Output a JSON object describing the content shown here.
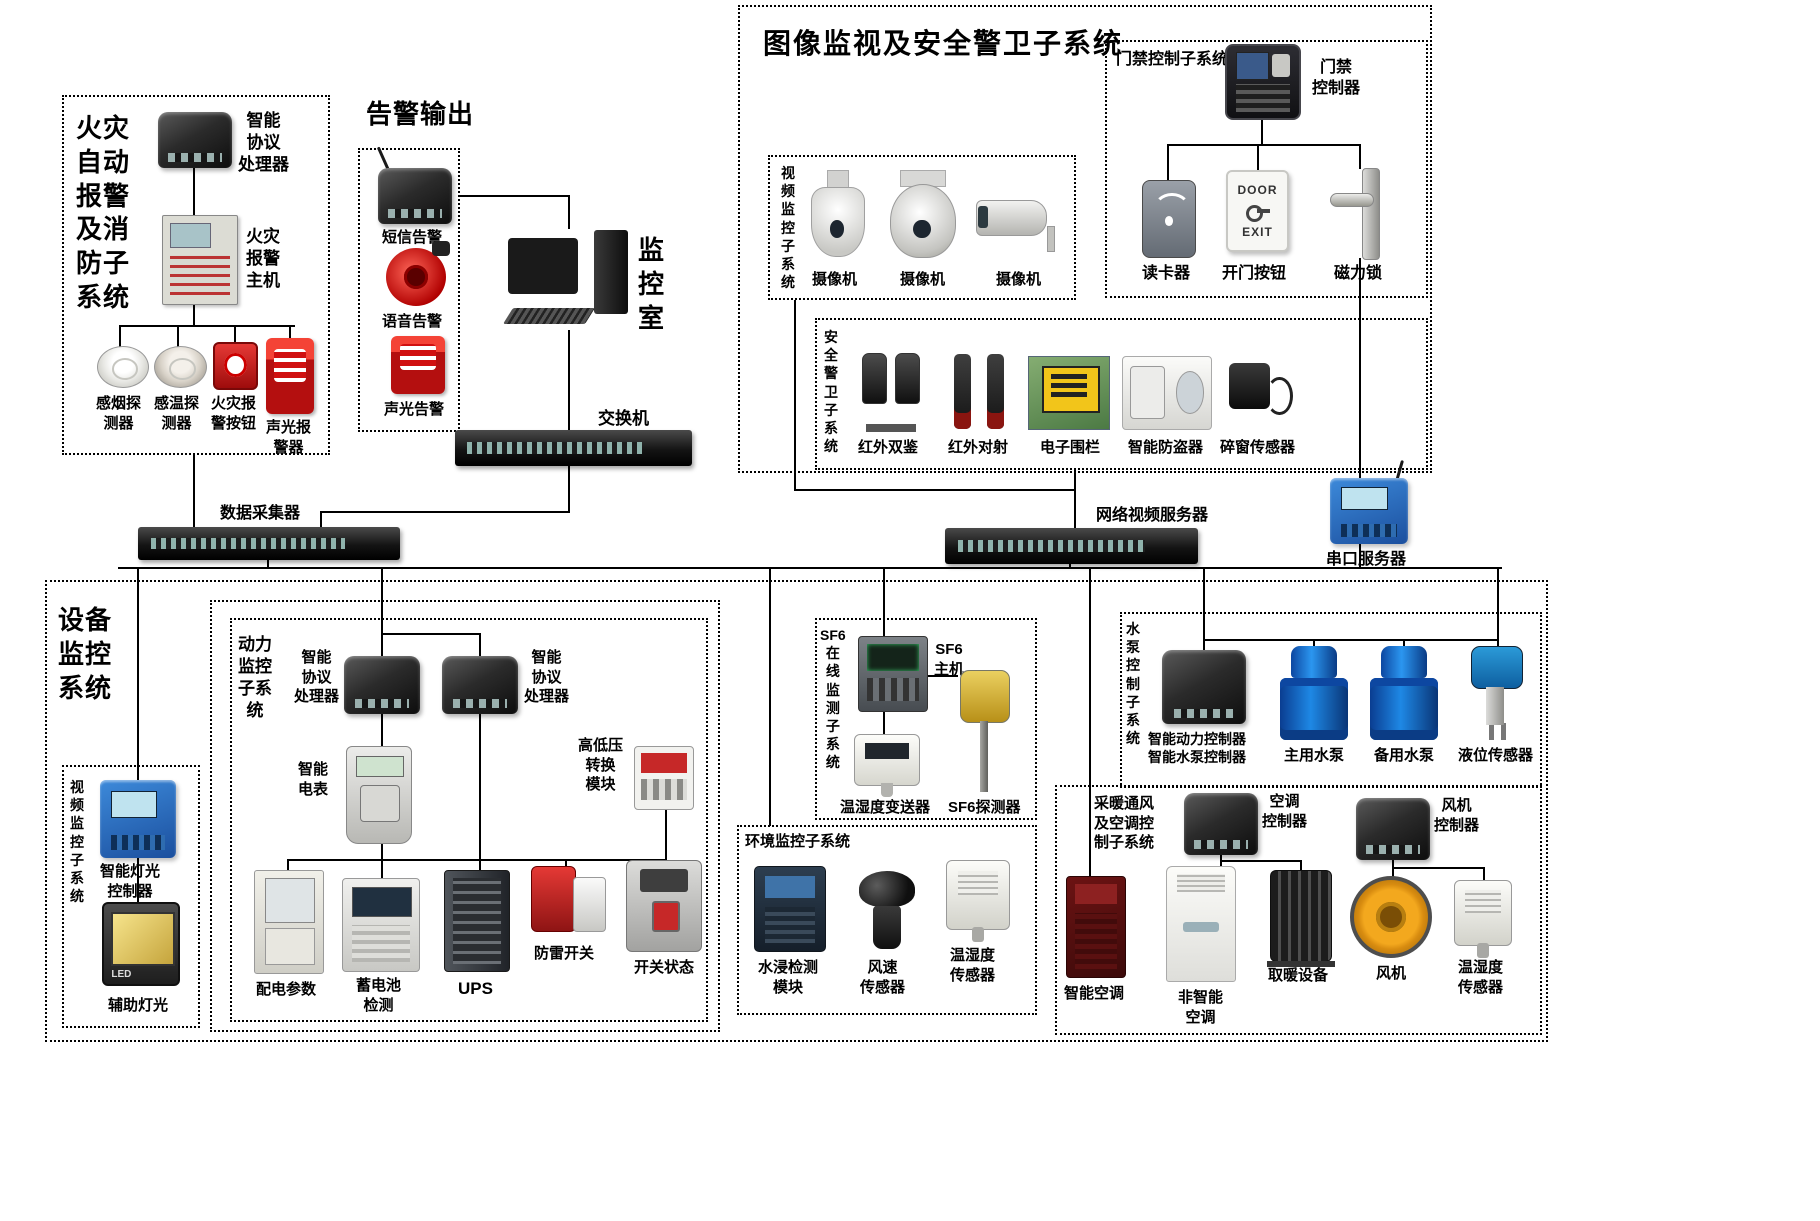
{
  "colors": {
    "line": "#000000",
    "background": "#ffffff"
  },
  "fire": {
    "title": "火灾\n自动\n报警\n及消\n防子\n系统",
    "processor": "智能\n协议\n处理器",
    "host": "火灾\n报警\n主机",
    "smoke": "感烟探\n测器",
    "heat": "感温探\n测器",
    "button": "火灾报\n警按钮",
    "strobe": "声光报\n警器"
  },
  "alarm_out": {
    "title": "告警输出",
    "sms": "短信告警",
    "voice": "语音告警",
    "sound_light": "声光告警"
  },
  "monitor_room": {
    "title": "监\n控\n室"
  },
  "exchange": {
    "label": "交换机"
  },
  "surveillance": {
    "title": "图像监视及安全警卫子系统",
    "access": {
      "title": "门禁控制子系统",
      "controller": "门禁\n控制器",
      "reader": "读卡器",
      "door_button": "开门按钮",
      "door_word": "DOOR",
      "exit_word": "EXIT",
      "lock": "磁力锁"
    },
    "video": {
      "title": "视\n频\n监\n控\n子\n系\n统",
      "cam1": "摄像机",
      "cam2": "摄像机",
      "cam3": "摄像机"
    },
    "guard": {
      "title": "安\n全\n警\n卫\n子\n系\n统",
      "ir_dual": "红外双鉴",
      "ir_beam": "红外对射",
      "fence": "电子围栏",
      "burglar": "智能防盗器",
      "glass": "碎窗传感器"
    }
  },
  "collector": {
    "label": "数据采集器"
  },
  "nvr": {
    "label": "网络视频服务器"
  },
  "serial": {
    "label": "串口服务器"
  },
  "equipment": {
    "title": "设备\n监控\n系统",
    "video_sub": {
      "title": "视\n频\n监\n控\n子\n系\n统",
      "light_ctrl": "智能灯光\n控制器",
      "aux_light": "辅助灯光",
      "led": "LED"
    },
    "power": {
      "title": "动力\n监控\n子系\n统",
      "proc1": "智能\n协议\n处理器",
      "proc2": "智能\n协议\n处理器",
      "meter": "智能\n电表",
      "hv": "高低压\n转换\n模块",
      "dist": "配电参数",
      "battery": "蓄电池\n检测",
      "ups": "UPS",
      "lightning": "防雷开关",
      "breaker": "开关状态"
    },
    "sf6": {
      "title": "SF6\n在\n线\n监\n测\n子\n系\n统",
      "host": "SF6\n主机",
      "transmitter": "温湿度变送器",
      "detector": "SF6探测器"
    },
    "env": {
      "title": "环境监控子系统",
      "water": "水浸检测\n模块",
      "wind": "风速\n传感器",
      "th": "温湿度\n传感器"
    },
    "pump": {
      "title": "水\n泵\n控\n制\n子\n系\n统",
      "controller": "智能动力控制器\n智能水泵控制器",
      "main": "主用水泵",
      "backup": "备用水泵",
      "level": "液位传感器"
    },
    "hvac": {
      "title": "采暖通风\n及空调控\n制子系统",
      "ac_ctrl": "空调\n控制器",
      "fan_ctrl": "风机\n控制器",
      "smart_ac": "智能空调",
      "plain_ac": "非智能\n空调",
      "heater": "取暖设备",
      "fan": "风机",
      "th": "温湿度\n传感器"
    }
  }
}
